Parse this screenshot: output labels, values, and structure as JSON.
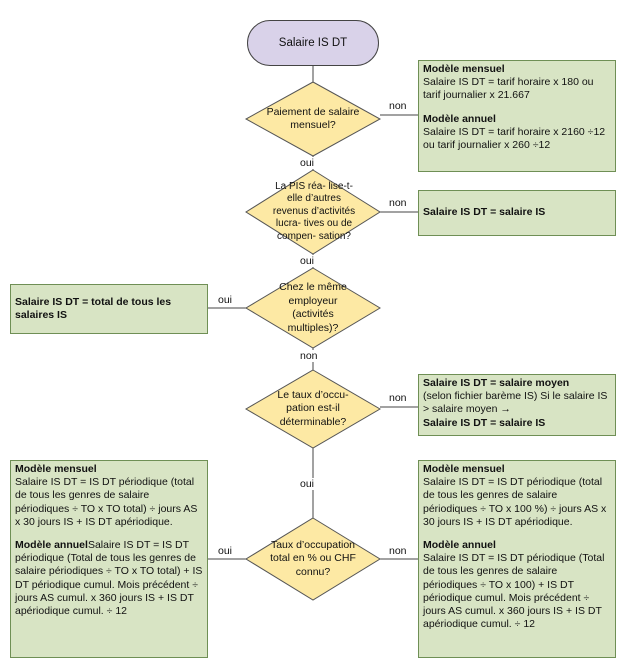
{
  "start": {
    "label": "Salaire IS DT"
  },
  "decisions": [
    {
      "text": "Paiement de salaire mensuel?"
    },
    {
      "text": "La PIS réa- lise-t-elle d’autres revenus d’activités lucra- tives ou de compen- sation?"
    },
    {
      "text": "Chez le même employeur (activités multiples)?"
    },
    {
      "text": "Le taux d’occu- pation est-il déterminable?"
    },
    {
      "text": "Taux d’occupation total en % ou CHF connu?"
    }
  ],
  "boxes": {
    "b1": {
      "title1": "Modèle mensuel",
      "text1": "Salaire IS DT = tarif horaire x 180 ou tarif journalier x 21.667",
      "title2": "Modèle annuel",
      "text2": "Salaire IS DT = tarif horaire x 2160 ÷12 ou tarif journalier x 260 ÷12"
    },
    "b2": {
      "title": "Salaire IS DT = salaire IS"
    },
    "b3": {
      "title": "Salaire IS DT = total de tous les salaires IS"
    },
    "b4": {
      "title": "Salaire IS DT = salaire moyen",
      "text": "(selon fichier barème IS) Si le salaire IS > salaire moyen →",
      "title2": "Salaire IS DT = salaire IS"
    },
    "b5": {
      "title1": "Modèle mensuel",
      "text1": "Salaire IS DT = IS DT périodique (total de tous les genres de salaire périodiques ÷ TO x TO total) ÷ jours AS x 30 jours IS + IS DT apériodique.",
      "title2": "Modèle annuel",
      "text2": "Salaire IS DT = IS DT périodique (Total de tous les genres de salaire périodiques ÷ TO x TO total) + IS DT périodique cumul. Mois précédent ÷ jours AS cumul. x 360 jours IS + IS DT apériodique cumul. ÷ 12"
    },
    "b6": {
      "title1": "Modèle mensuel",
      "text1": "Salaire IS DT = IS DT périodique (total de tous les genres de salaire périodiques ÷ TO x 100 %) ÷ jours AS x 30 jours IS + IS DT apériodique.",
      "title2": "Modèle annuel",
      "text2": "Salaire IS DT = IS DT périodique (Total de tous les genres de salaire périodiques ÷ TO x 100) + IS DT périodique cumul. Mois précédent ÷ jours AS cumul. x 360 jours IS + IS DT apériodique cumul. ÷ 12"
    }
  },
  "labels": {
    "oui": "oui",
    "non": "non"
  }
}
